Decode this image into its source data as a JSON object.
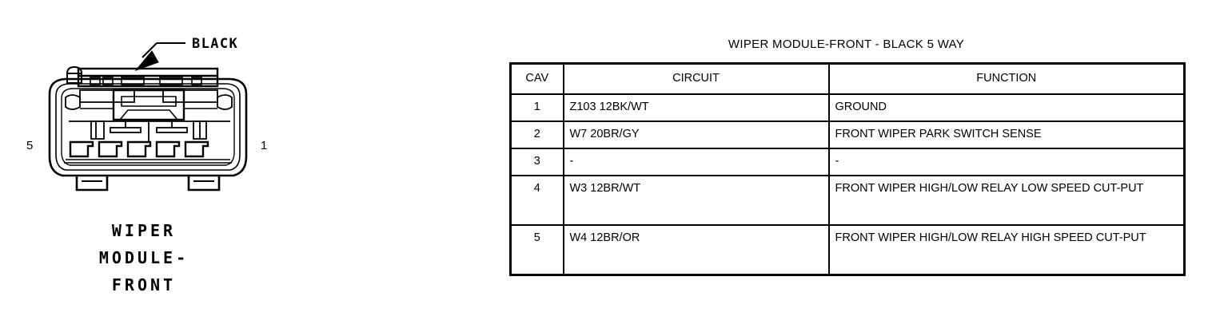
{
  "connector": {
    "callout_label": "BLACK",
    "pin_left": "5",
    "pin_right": "1",
    "caption_lines": [
      "WIPER",
      "MODULE-",
      "FRONT"
    ],
    "cavity_count": 5
  },
  "table": {
    "title": "WIPER MODULE-FRONT - BLACK 5 WAY",
    "headers": {
      "cav": "CAV",
      "circuit": "CIRCUIT",
      "function": "FUNCTION"
    },
    "rows": [
      {
        "cav": "1",
        "circuit": "Z103  12BK/WT",
        "function": "GROUND"
      },
      {
        "cav": "2",
        "circuit": "W7  20BR/GY",
        "function": "FRONT WIPER PARK SWITCH SENSE"
      },
      {
        "cav": "3",
        "circuit": "-",
        "function": "-"
      },
      {
        "cav": "4",
        "circuit": "W3  12BR/WT",
        "function": "FRONT WIPER HIGH/LOW RELAY LOW SPEED CUT-PUT"
      },
      {
        "cav": "5",
        "circuit": "W4  12BR/OR",
        "function": "FRONT WIPER HIGH/LOW RELAY HIGH SPEED CUT-PUT"
      }
    ]
  },
  "colors": {
    "ink": "#000000",
    "paper": "#ffffff"
  }
}
